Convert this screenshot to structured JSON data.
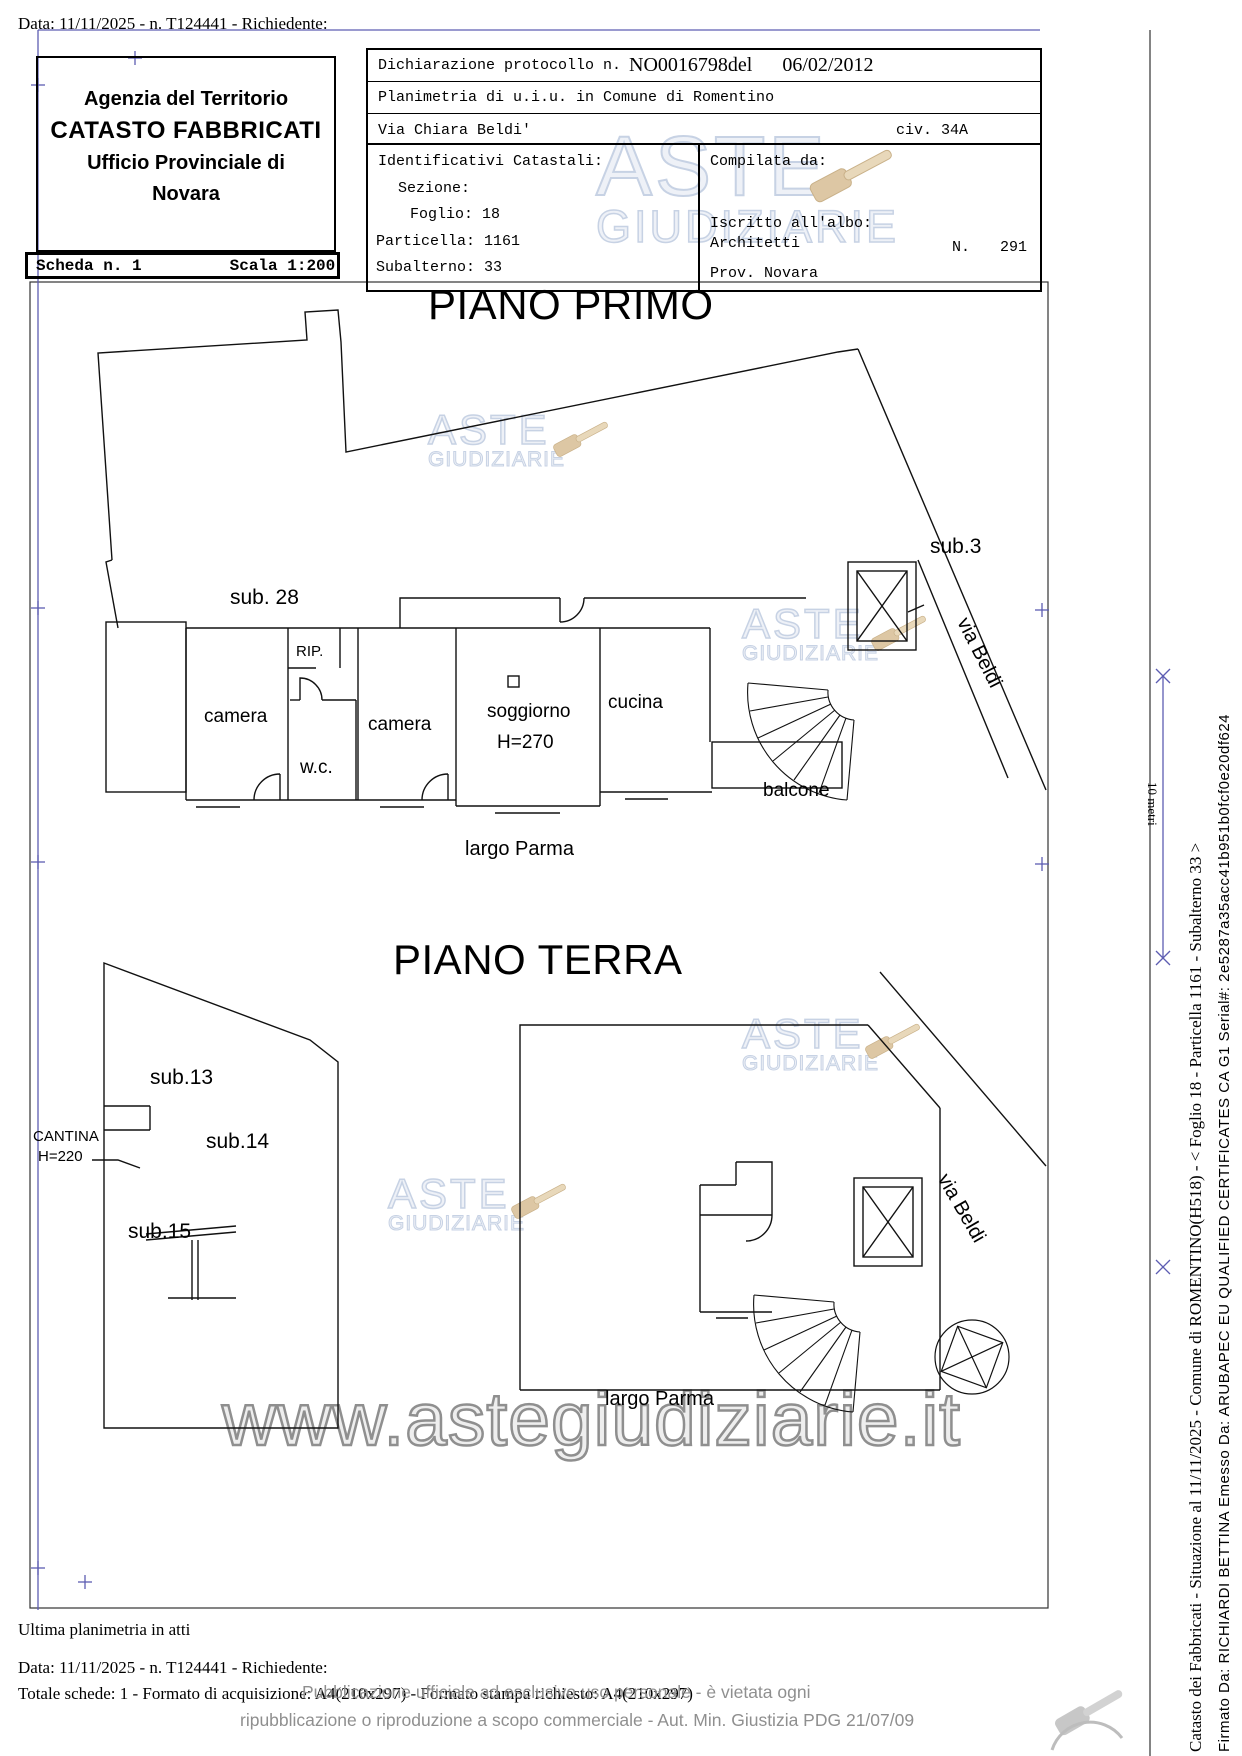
{
  "meta_top": {
    "line": "Data: 11/11/2025 - n. T124441 - Richiedente:"
  },
  "header": {
    "agency": {
      "l1": "Agenzia del Territorio",
      "l2": "CATASTO FABBRICATI",
      "l3": "Ufficio Provinciale di",
      "l4": "Novara"
    },
    "declaration": {
      "label": "Dichiarazione protocollo n.",
      "number": "NO0016798del",
      "date": "06/02/2012",
      "planimetria": "Planimetria di u.i.u. in Comune di Romentino",
      "street": "Via Chiara Beldi'",
      "civ": "civ. 34A"
    },
    "catasto": {
      "title": "Identificativi Catastali:",
      "sezione": "Sezione:",
      "foglio": "Foglio: 18",
      "particella": "Particella: 1161",
      "subalterno": "Subalterno: 33"
    },
    "compilata": {
      "title": "Compilata da:",
      "albo_label": "Iscritto all'albo:",
      "albo_value": "Architetti",
      "prov": "Prov. Novara",
      "n_label": "N.",
      "n_value": "291"
    },
    "scheda": {
      "label": "Scheda n. 1",
      "scala": "Scala 1:200"
    }
  },
  "piano_primo": {
    "title": "PIANO PRIMO",
    "sub28": "sub. 28",
    "sub3": "sub.3",
    "rip": "RIP.",
    "camera1": "camera",
    "wc": "w.c.",
    "camera2": "camera",
    "soggiorno": "soggiorno",
    "altezza": "H=270",
    "cucina": "cucina",
    "balcone": "balcone",
    "via": "via Beldi",
    "largo": "largo Parma"
  },
  "piano_terra": {
    "title": "PIANO TERRA",
    "sub13": "sub.13",
    "sub14": "sub.14",
    "sub15": "sub.15",
    "cantina": "CANTINA",
    "cantina_h": "H=220",
    "via": "via Beldi",
    "largo": "largo Parma"
  },
  "scale_bar": {
    "label": "10 metri"
  },
  "watermark": {
    "word1": "ASTE",
    "word2": "GIUDIZIARIE",
    "url": "www.astegiudiziarie.it"
  },
  "sidebar": {
    "line1": "Catasto dei Fabbricati - Situazione al 11/11/2025 - Comune di ROMENTINO(H518) - < Foglio 18 - Particella 1161 - Subalterno 33 >",
    "line2": "Firmato Da: RICHIARDI BETTINA Emesso Da: ARUBAPEC EU QUALIFIED CERTIFICATES CA G1 Serial#: 2e5287a35acc41b951b0fcf0e20df624"
  },
  "footer": {
    "ultima": "Ultima planimetria in atti",
    "data_line": "Data: 11/11/2025 - n. T124441 - Richiedente:",
    "totale": "Totale schede: 1 - Formato di acquisizione: A4(210x297) - Formato stampa richiesto: A4(210x297)",
    "disc1": "Pubblicazione ufficiale ad esclusivo uso personale - è vietata ogni",
    "disc2": "ripubblicazione o riproduzione a scopo commerciale - Aut. Min. Giustizia PDG 21/07/09"
  },
  "colors": {
    "watermark_blue": "#c7d2e4",
    "gavel_tan": "#ddc7a4",
    "crop_blue": "#5d5db2",
    "disclaimer_gray": "#8f8f8f"
  }
}
